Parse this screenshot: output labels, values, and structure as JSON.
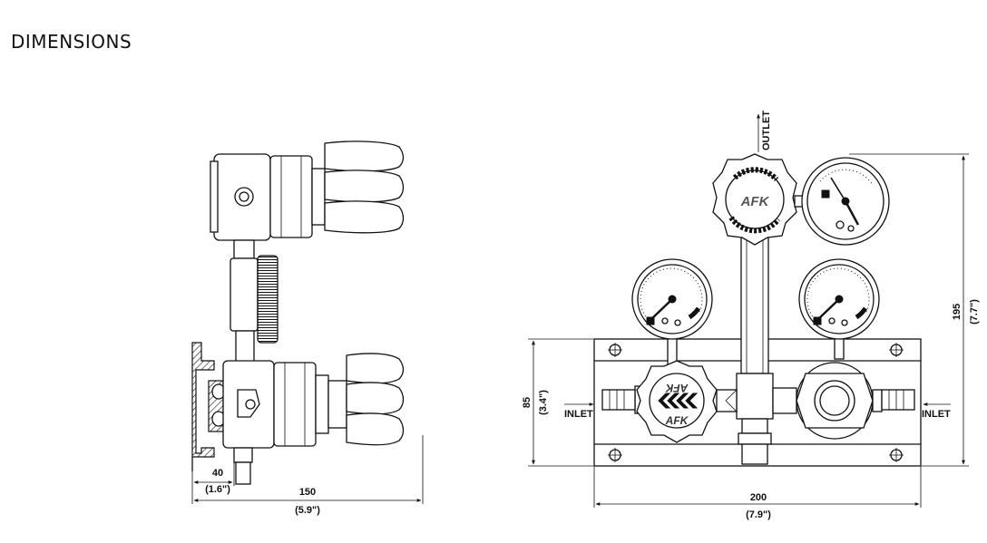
{
  "heading": "DIMENSIONS",
  "side_view": {
    "dim_depth": "40",
    "dim_depth_in": "(1.6\")",
    "dim_width": "150",
    "dim_width_in": "(5.9\")"
  },
  "front_view": {
    "outlet_label": "OUTLET",
    "inlet_left_label": "INLET",
    "inlet_right_label": "INLET",
    "brand_top": "AFK",
    "brand_bottom": "AFK",
    "brand_bottom_mirror": "AFK",
    "dim_height_panel": "85",
    "dim_height_panel_in": "(3.4\")",
    "dim_height_total": "195",
    "dim_height_total_in": "(7.7\")",
    "dim_panel_width": "200",
    "dim_panel_width_in": "(7.9\")"
  }
}
